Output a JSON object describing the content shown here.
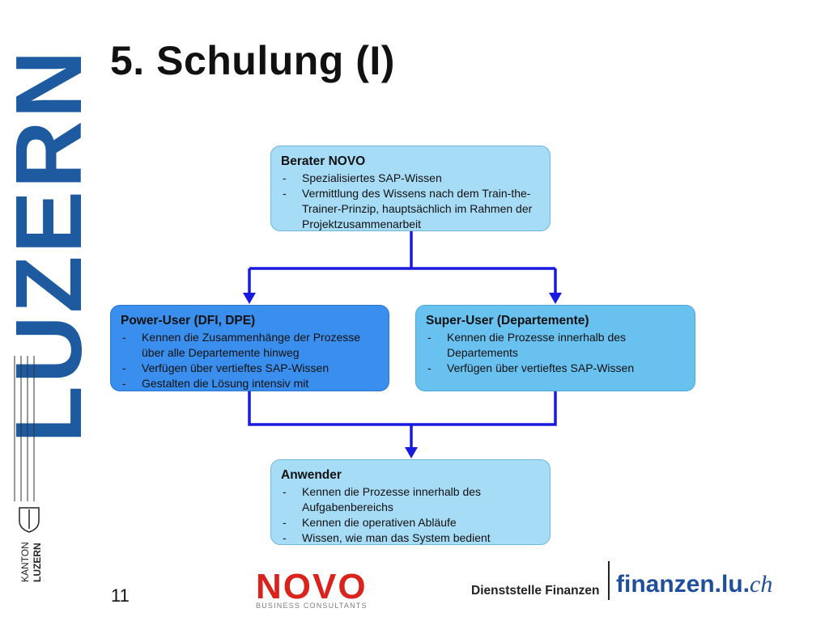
{
  "brand": {
    "vertical_wordmark": "LUZERN",
    "badge_line1": "KANTON",
    "badge_line2": "LUZERN"
  },
  "slide": {
    "title": "5. Schulung (I)",
    "page_number": "11"
  },
  "diagram": {
    "top": {
      "title": "Berater NOVO",
      "bullets": [
        "Spezialisiertes SAP-Wissen",
        "Vermittlung des Wissens nach dem Train-the-Trainer-Prinzip, hauptsächlich im Rahmen der Projektzusammenarbeit"
      ]
    },
    "left": {
      "title": "Power-User (DFI, DPE)",
      "bullets": [
        "Kennen die Zusammenhänge der Prozesse über alle Departemente hinweg",
        "Verfügen über vertieftes SAP-Wissen",
        "Gestalten die Lösung intensiv mit"
      ]
    },
    "right": {
      "title": "Super-User (Departemente)",
      "bullets": [
        "Kennen die Prozesse innerhalb des Departements",
        "Verfügen über vertieftes SAP-Wissen"
      ]
    },
    "bottom": {
      "title": "Anwender",
      "bullets": [
        "Kennen die Prozesse innerhalb des Aufgabenbereichs",
        "Kennen die operativen Abläufe",
        "Wissen, wie man das System bedient"
      ]
    },
    "colors": {
      "connector": "#1a1adf",
      "top_fill": "#a7dcf6",
      "left_fill": "#3a8eed",
      "right_fill": "#69c1f0",
      "bottom_fill": "#a7dcf6"
    }
  },
  "footer": {
    "novo_logo_word": "NOVO",
    "novo_logo_sub": "BUSINESS CONSULTANTS",
    "department": "Dienststelle Finanzen",
    "site_main": "finanzen.lu.",
    "site_suffix": "ch"
  }
}
